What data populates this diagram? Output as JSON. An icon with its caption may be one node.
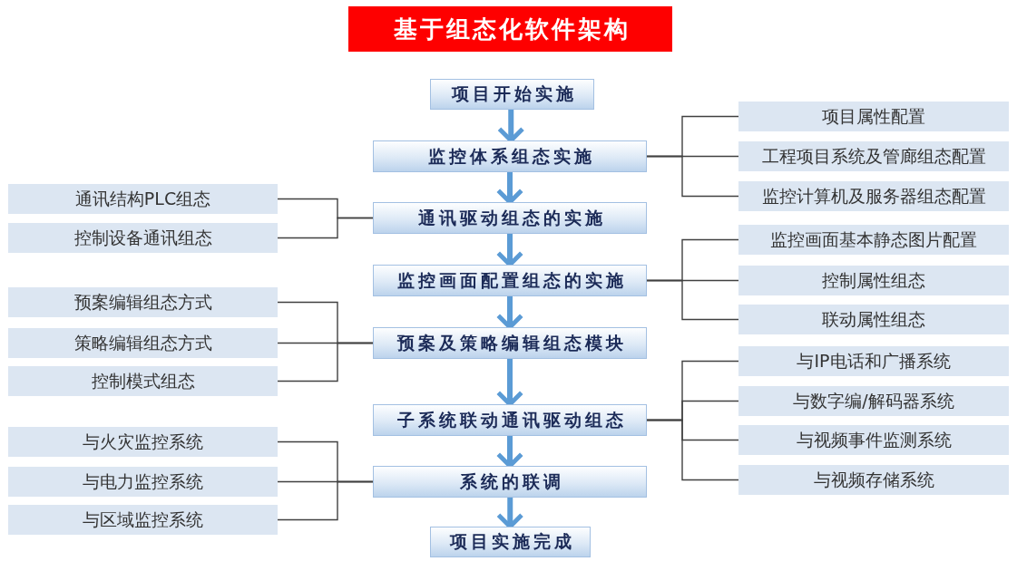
{
  "diagram": {
    "title": "基于组态化软件架构",
    "nodes": [
      {
        "text": [
          "项目开始实施"
        ]
      },
      {
        "text": [
          "监控体系组态实施"
        ]
      },
      {
        "text": [
          "项目属性配置"
        ]
      },
      {
        "text": [
          "工程项目系统及管廊组态配置"
        ]
      },
      {
        "text": [
          "监控计算机及服务器组态配置"
        ]
      },
      {
        "text": [
          "通讯结构PLC组态"
        ]
      },
      {
        "text": [
          "控制设备通讯组态"
        ]
      },
      {
        "text": [
          "通讯驱动组态的实施"
        ]
      },
      {
        "text": [
          "监控画面配置组态的实施"
        ]
      },
      {
        "text": [
          "监控画面基本静态图片配置"
        ]
      },
      {
        "text": [
          "控制属性组态"
        ]
      },
      {
        "text": [
          "联动属性组态"
        ]
      },
      {
        "text": [
          "预案编辑组态方式"
        ]
      },
      {
        "text": [
          "策略编辑组态方式"
        ]
      },
      {
        "text": [
          "控制模式组态"
        ]
      },
      {
        "text": [
          "预案及策略编辑组态模块"
        ]
      },
      {
        "text": [
          "子系统联动通讯驱动组态"
        ]
      },
      {
        "text": [
          "与IP电话和广播系统"
        ]
      },
      {
        "text": [
          "与数字编/解码器系统"
        ]
      },
      {
        "text": [
          "与视频事件监测系统"
        ]
      },
      {
        "text": [
          "与视频存储系统"
        ]
      },
      {
        "text": [
          "与火灾监控系统"
        ]
      },
      {
        "text": [
          "与电力监控系统"
        ]
      },
      {
        "text": [
          "与区域监控系统"
        ]
      },
      {
        "text": [
          "系统的联调"
        ]
      },
      {
        "text": [
          "项目实施完成"
        ]
      }
    ],
    "edges": [
      {
        "from": 0,
        "to": 1,
        "arrow": "to",
        "style": "thick",
        "color": "#5b9bd5"
      },
      {
        "from": 1,
        "to": 7,
        "arrow": "to",
        "style": "thick",
        "color": "#5b9bd5"
      },
      {
        "from": 7,
        "to": 8,
        "arrow": "to",
        "style": "thick",
        "color": "#5b9bd5"
      },
      {
        "from": 8,
        "to": 15,
        "arrow": "to",
        "style": "thick",
        "color": "#5b9bd5"
      },
      {
        "from": 15,
        "to": 16,
        "arrow": "to",
        "style": "thick",
        "color": "#5b9bd5"
      },
      {
        "from": 16,
        "to": 24,
        "arrow": "to",
        "style": "thick",
        "color": "#5b9bd5"
      },
      {
        "from": 24,
        "to": 25,
        "arrow": "to",
        "style": "thick",
        "color": "#5b9bd5"
      },
      {
        "from": 1,
        "to": 2,
        "arrow": "none"
      },
      {
        "from": 1,
        "to": 3,
        "arrow": "none"
      },
      {
        "from": 1,
        "to": 4,
        "arrow": "none"
      },
      {
        "from": 7,
        "to": 5,
        "arrow": "none"
      },
      {
        "from": 7,
        "to": 6,
        "arrow": "none"
      },
      {
        "from": 8,
        "to": 9,
        "arrow": "none"
      },
      {
        "from": 8,
        "to": 10,
        "arrow": "none"
      },
      {
        "from": 8,
        "to": 11,
        "arrow": "none"
      },
      {
        "from": 15,
        "to": 12,
        "arrow": "none"
      },
      {
        "from": 15,
        "to": 13,
        "arrow": "none"
      },
      {
        "from": 15,
        "to": 14,
        "arrow": "none"
      },
      {
        "from": 16,
        "to": 17,
        "arrow": "none"
      },
      {
        "from": 16,
        "to": 18,
        "arrow": "none"
      },
      {
        "from": 16,
        "to": 19,
        "arrow": "none"
      },
      {
        "from": 16,
        "to": 20,
        "arrow": "none"
      },
      {
        "from": 24,
        "to": 21,
        "arrow": "none"
      },
      {
        "from": 24,
        "to": 22,
        "arrow": "none"
      },
      {
        "from": 24,
        "to": 23,
        "arrow": "none"
      }
    ]
  }
}
